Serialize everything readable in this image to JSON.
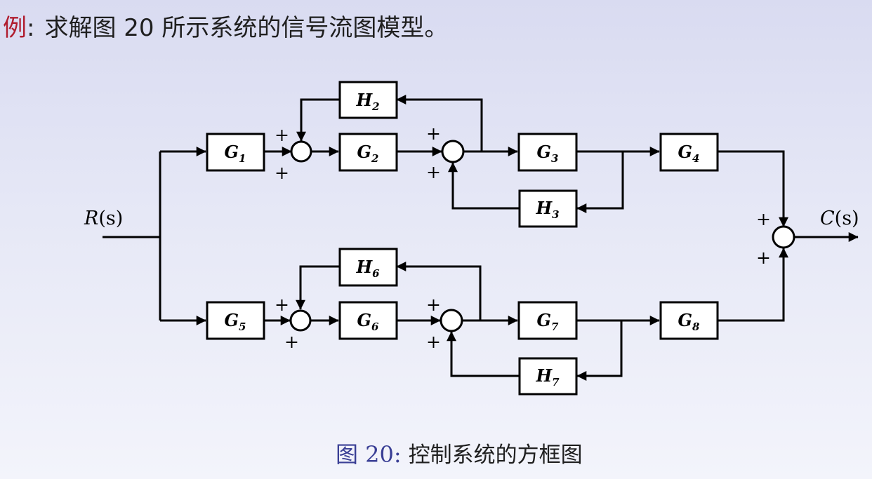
{
  "problem": {
    "label": "例",
    "colon": ":",
    "text": "求解图 20 所示系统的信号流图模型。"
  },
  "diagram": {
    "input": {
      "name": "R",
      "arg": "(s)"
    },
    "output": {
      "name": "C",
      "arg": "(s)"
    },
    "blocks": {
      "G1": {
        "letter": "G",
        "sub": "1"
      },
      "G2": {
        "letter": "G",
        "sub": "2"
      },
      "G3": {
        "letter": "G",
        "sub": "3"
      },
      "G4": {
        "letter": "G",
        "sub": "4"
      },
      "G5": {
        "letter": "G",
        "sub": "5"
      },
      "G6": {
        "letter": "G",
        "sub": "6"
      },
      "G7": {
        "letter": "G",
        "sub": "7"
      },
      "G8": {
        "letter": "G",
        "sub": "8"
      },
      "H2": {
        "letter": "H",
        "sub": "2"
      },
      "H3": {
        "letter": "H",
        "sub": "3"
      },
      "H6": {
        "letter": "H",
        "sub": "6"
      },
      "H7": {
        "letter": "H",
        "sub": "7"
      }
    },
    "sign": "+"
  },
  "caption": {
    "label": "图 20:",
    "text": "控制系统的方框图"
  }
}
